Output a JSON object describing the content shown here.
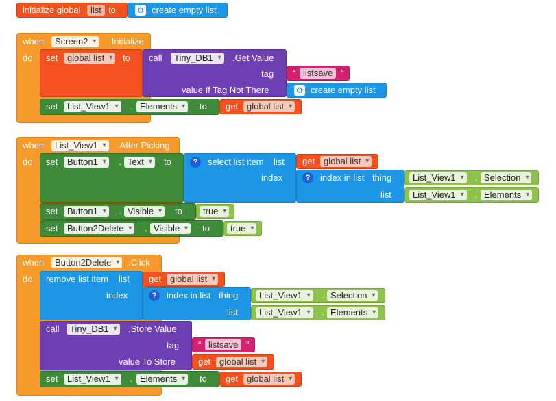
{
  "init": {
    "prefix": "initialize global",
    "var": "list",
    "to": "to",
    "create": "create empty list"
  },
  "screen_init": {
    "when": "when",
    "comp": "Screen2",
    "event": ".Initialize",
    "do": "do",
    "set_kw": "set",
    "var": "global list",
    "to": "to",
    "call": "call",
    "db": "Tiny_DB1",
    "method": ".Get Value",
    "tag": "tag",
    "tag_val": "listsave",
    "value_if": "value If Tag Not There",
    "create": "create empty list",
    "set2_comp": "List_View1",
    "set2_prop": "Elements",
    "get": "get",
    "get_var": "global list"
  },
  "after_picking": {
    "when": "when",
    "comp": "List_View1",
    "event": ".After Picking",
    "do": "do",
    "set_kw": "set",
    "comp1": "Button1",
    "prop1": "Text",
    "to": "to",
    "select": "select list item",
    "list_kw": "list",
    "get": "get",
    "get_var": "global list",
    "index": "index",
    "index_in_list": "index in list",
    "thing": "thing",
    "lv": "List_View1",
    "selection": "Selection",
    "elements": "Elements",
    "comp2": "Button1",
    "prop2": "Visible",
    "true": "true",
    "comp3": "Button2Delete",
    "prop3": "Visible"
  },
  "click": {
    "when": "when",
    "comp": "Button2Delete",
    "event": ".Click",
    "do": "do",
    "remove": "remove list item",
    "list_kw": "list",
    "get": "get",
    "get_var": "global list",
    "index": "index",
    "index_in_list": "index in list",
    "thing": "thing",
    "lv": "List_View1",
    "selection": "Selection",
    "elements": "Elements",
    "call": "call",
    "db": "Tiny_DB1",
    "method": ".Store Value",
    "tag": "tag",
    "tag_val": "listsave",
    "value_to_store": "value To Store",
    "set_kw": "set",
    "set_comp": "List_View1",
    "set_prop": "Elements",
    "to": "to"
  },
  "quote_l": "“",
  "quote_r": "”"
}
